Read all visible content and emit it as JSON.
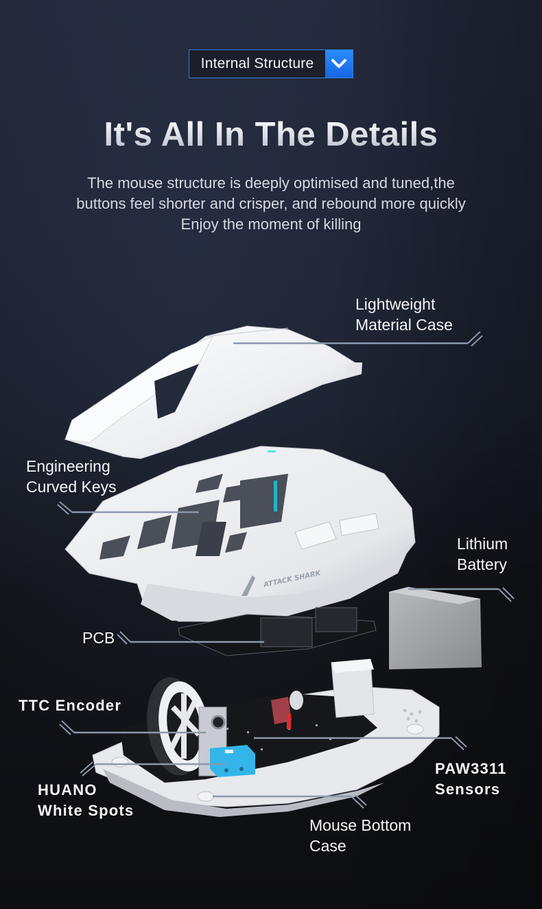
{
  "section_tag": {
    "label": "Internal Structure",
    "icon": "chevron-down-icon",
    "accent_color": "#1e7bf2"
  },
  "header": {
    "title": "It's All In The Details",
    "subtitle_lines": [
      "The mouse structure is deeply optimised and tuned,the",
      "buttons feel shorter and crisper, and rebound more quickly",
      "Enjoy the moment of killing"
    ]
  },
  "callouts": {
    "top_case": {
      "lines": [
        "Lightweight",
        "Material Case"
      ]
    },
    "curved_keys": {
      "lines": [
        "Engineering",
        "Curved Keys"
      ]
    },
    "battery": {
      "lines": [
        "Lithium",
        "Battery"
      ]
    },
    "pcb": {
      "lines": [
        "PCB"
      ]
    },
    "encoder": {
      "lines": [
        "TTC Encoder"
      ]
    },
    "switches": {
      "lines": [
        "HUANO",
        "White Spots"
      ]
    },
    "sensor": {
      "lines": [
        "PAW3311",
        "Sensors"
      ]
    },
    "bottom_case": {
      "lines": [
        "Mouse Bottom",
        "Case"
      ]
    }
  },
  "product": {
    "brand_logo_text": "ATTACK SHARK"
  },
  "colors": {
    "leader_line": "#8c98ad",
    "background_top": "#22283a",
    "background_bottom": "#0d0e12",
    "switch_blue": "#2fb3e8",
    "accent_teal": "#1fb5c4"
  }
}
